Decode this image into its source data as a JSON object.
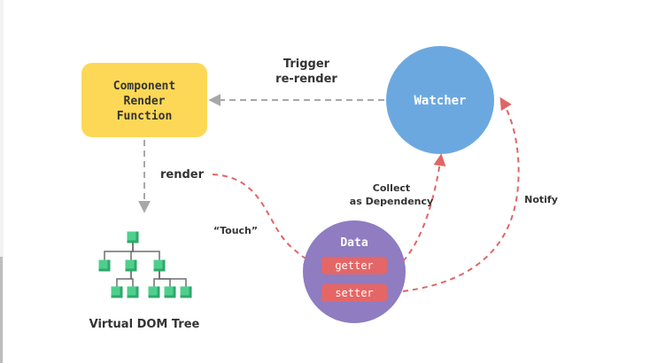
{
  "diagram": {
    "component": {
      "lines": [
        "Component",
        "Render",
        "Function"
      ],
      "fill": "#fdd856"
    },
    "watcher": {
      "label": "Watcher",
      "fill": "#6ca8e0"
    },
    "data": {
      "title": "Data",
      "getter": "getter",
      "setter": "setter",
      "fill": "#8f7cc1",
      "pill_fill": "#e56666"
    },
    "labels": {
      "trigger": [
        "Trigger",
        "re-render"
      ],
      "render": "render",
      "touch": "“Touch”",
      "collect": [
        "Collect",
        "as Dependency"
      ],
      "notify": "Notify",
      "vdom": "Virtual DOM Tree"
    },
    "colors": {
      "gray_arrow": "#a8a8a8",
      "red_arrow": "#e06666",
      "node_light": "#4ed08c",
      "node_dark": "#2fa86b",
      "node_line": "#6f6f6f",
      "text_dark": "#333333",
      "text_white": "#ffffff"
    }
  }
}
